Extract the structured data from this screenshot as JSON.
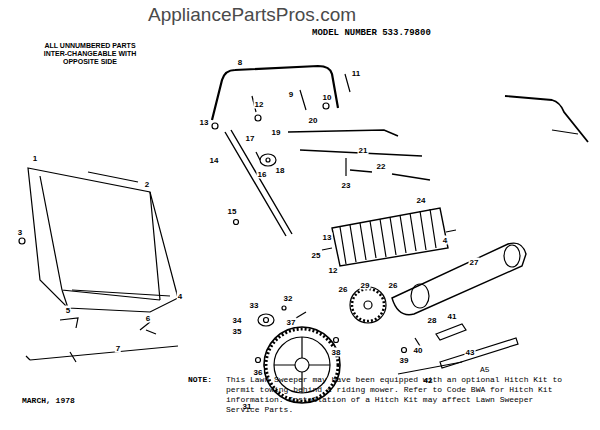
{
  "diagram": {
    "title": "MODEL NUMBER 533.79800",
    "labels": [
      "AppliancePartsPros.com",
      "ALL UNNUMBERED PARTS INTER-CHANGEABLE WITH OPPOSITE SIDE",
      "1",
      "2",
      "3",
      "4",
      "5",
      "6",
      "7",
      "8",
      "9",
      "10",
      "11",
      "12",
      "13",
      "14",
      "15",
      "16",
      "17",
      "18",
      "19",
      "20",
      "21",
      "22",
      "23",
      "24",
      "13",
      "4",
      "25",
      "12",
      "26",
      "29",
      "26",
      "27",
      "28",
      "32",
      "33",
      "34",
      "35",
      "37",
      "36",
      "31",
      "38",
      "39",
      "40",
      "41",
      "42",
      "43",
      "MARCH, 1978",
      "NOTE:",
      "This Lawn Sweeper may have been equipped with an optional Hitch Kit to permit towing behind a riding mower. Refer to Code BWA for Hitch Kit information. Installation of a Hitch Kit may affect Lawn Sweeper Service Parts.",
      "A5"
    ]
  }
}
